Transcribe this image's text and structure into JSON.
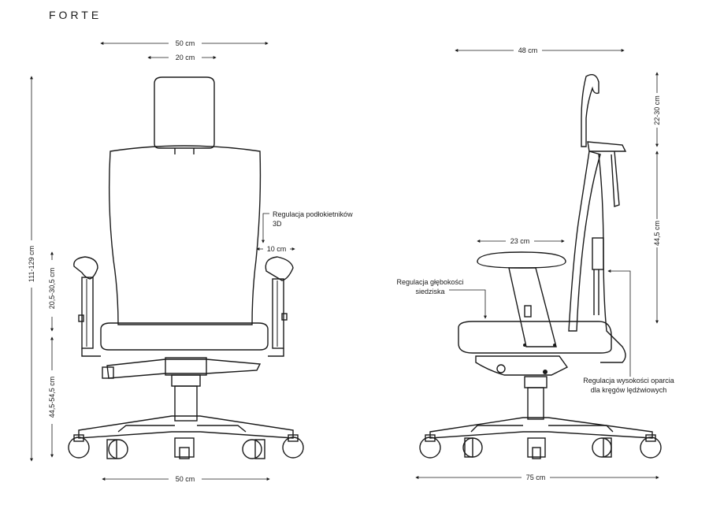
{
  "brand": "FORTE",
  "front_view": {
    "width_total": "50 cm",
    "headrest_width": "20 cm",
    "total_height": "111-129 cm",
    "armrest_height": "20,5-30,5 cm",
    "seat_height": "44,5-54,5 cm",
    "base_width": "50 cm",
    "armrest_adjust_label_line1": "Regulacja podłokietników",
    "armrest_adjust_label_line2": "3D",
    "armrest_pad": "10 cm"
  },
  "side_view": {
    "depth_total": "48 cm",
    "headrest_range": "22-30 cm",
    "backrest_height": "44,5 cm",
    "armrest_depth": "23 cm",
    "seat_depth_label_line1": "Regulacja głębokości",
    "seat_depth_label_line2": "siedziska",
    "lumbar_label_line1": "Regulacja wysokości oparcia",
    "lumbar_label_line2": "dla kręgów lędźwiowych",
    "base_depth": "75 cm"
  }
}
